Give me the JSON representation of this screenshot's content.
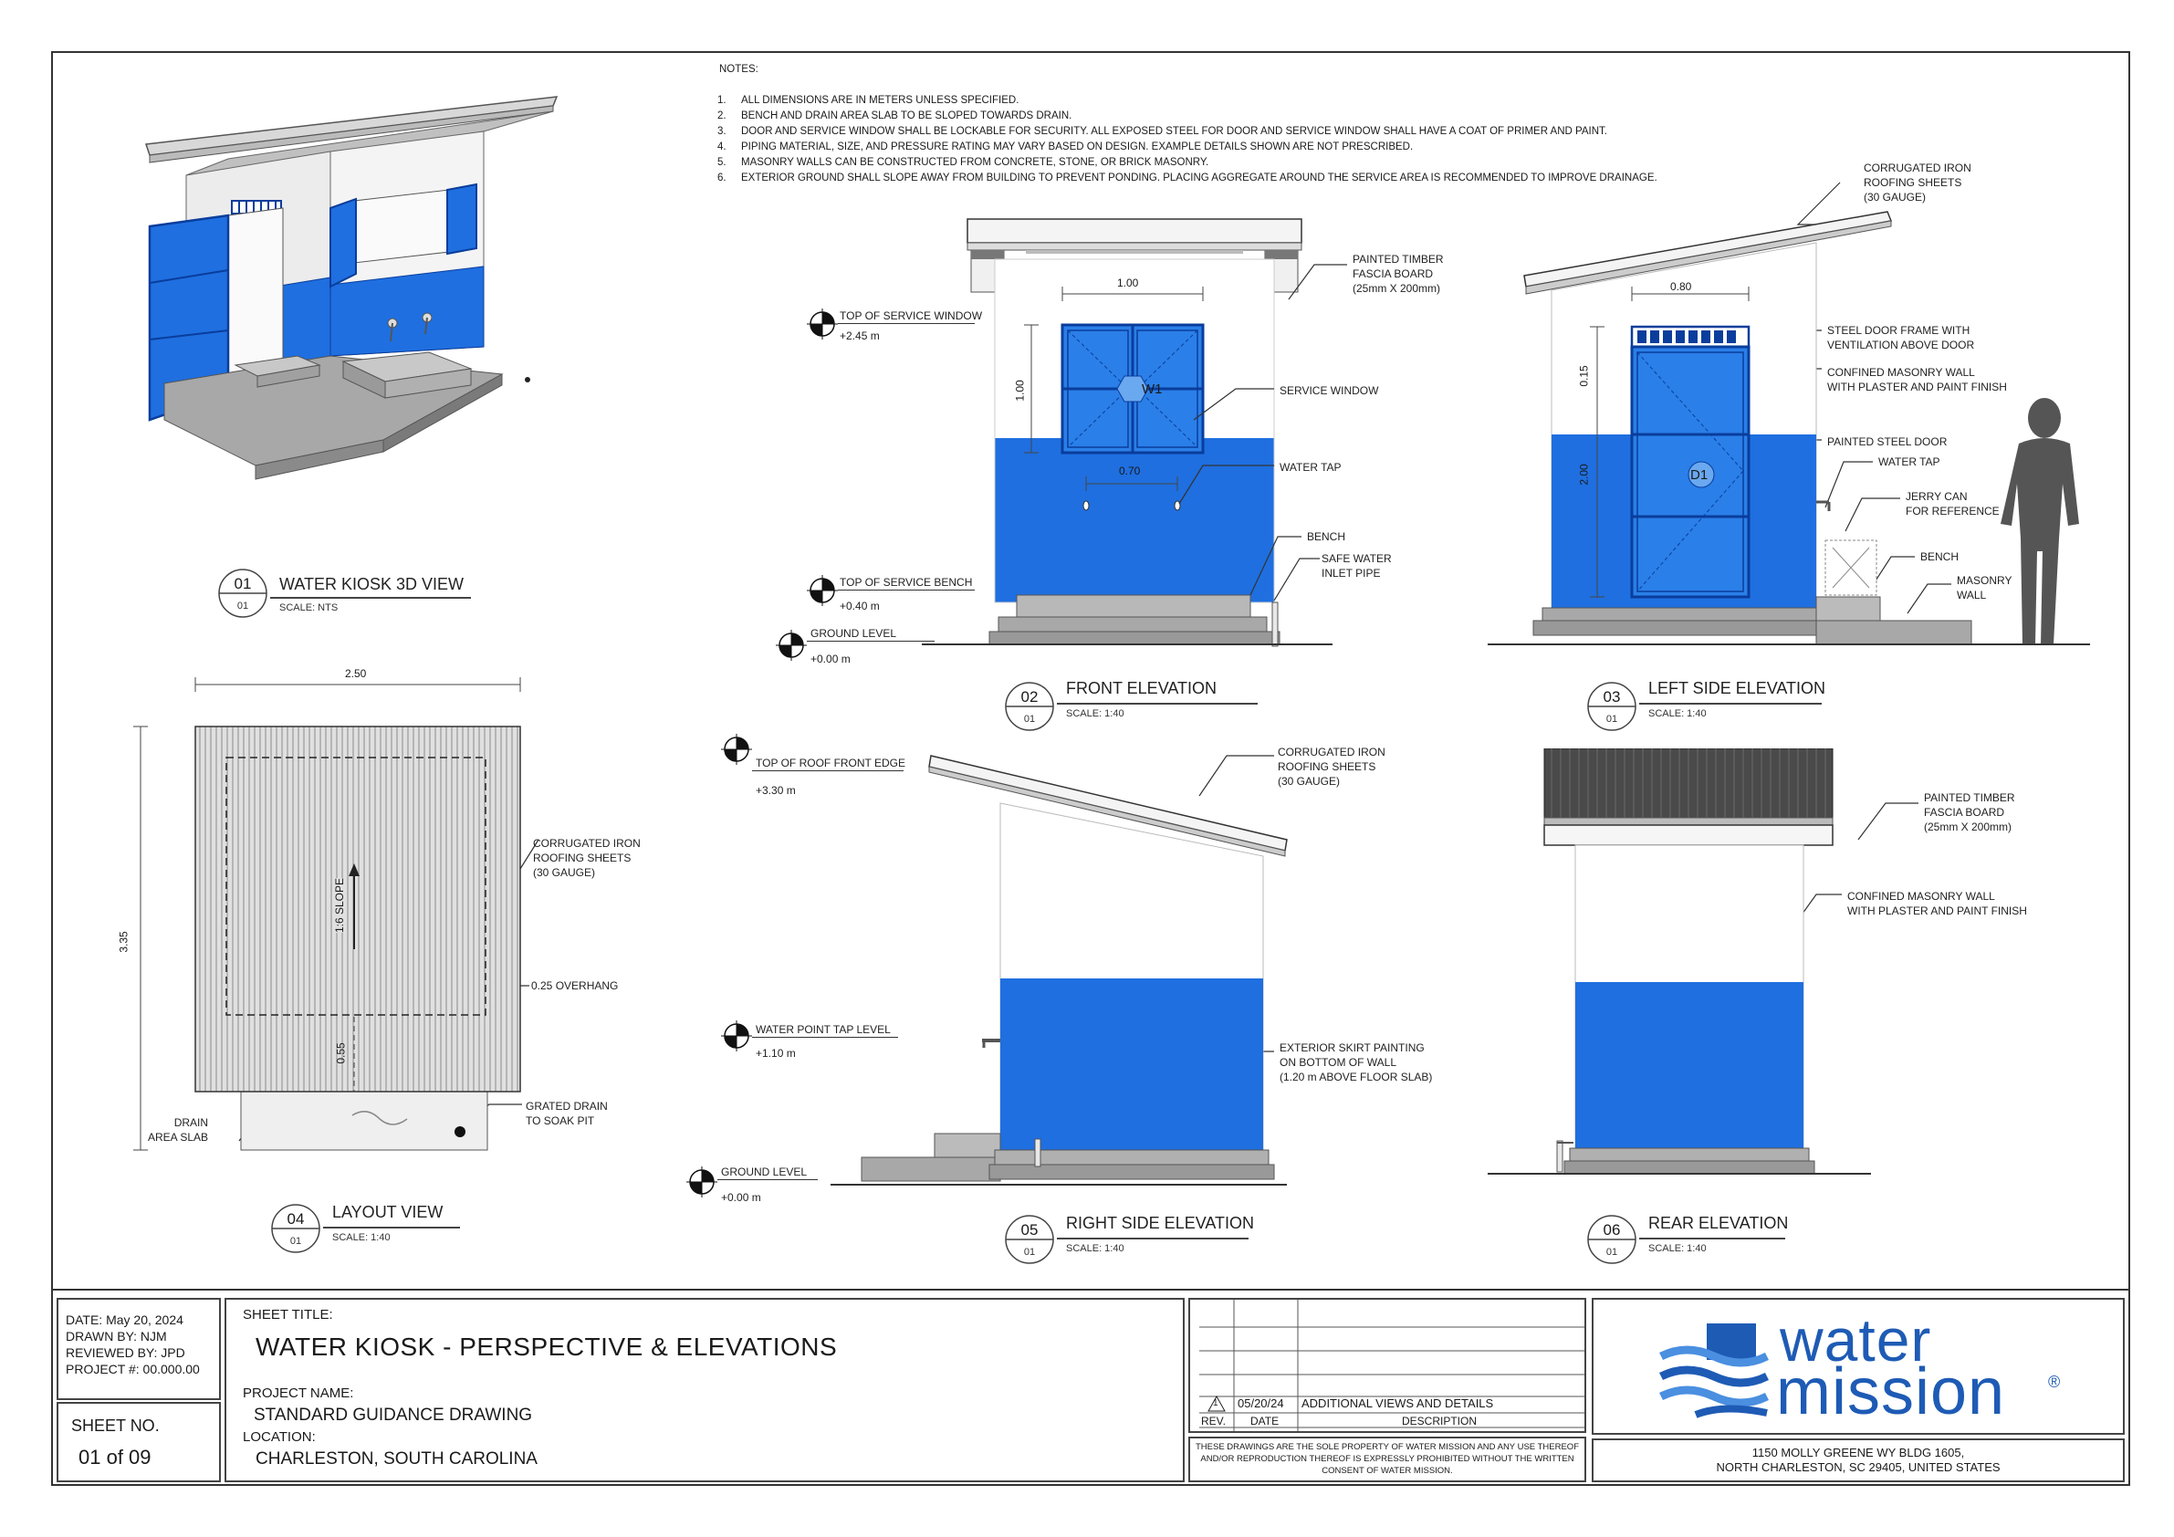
{
  "notes": {
    "title": "NOTES:",
    "items": [
      {
        "num": "1.",
        "text": "ALL DIMENSIONS ARE IN METERS UNLESS SPECIFIED."
      },
      {
        "num": "2.",
        "text": "BENCH AND DRAIN AREA SLAB TO BE SLOPED TOWARDS DRAIN."
      },
      {
        "num": "3.",
        "text": "DOOR AND SERVICE WINDOW SHALL BE LOCKABLE FOR SECURITY. ALL EXPOSED STEEL FOR DOOR AND SERVICE WINDOW SHALL HAVE A COAT OF PRIMER AND PAINT."
      },
      {
        "num": "4.",
        "text": "PIPING MATERIAL, SIZE, AND PRESSURE RATING MAY VARY BASED ON DESIGN. EXAMPLE DETAILS SHOWN ARE NOT PRESCRIBED."
      },
      {
        "num": "5.",
        "text": "MASONRY WALLS CAN BE CONSTRUCTED FROM CONCRETE, STONE, OR BRICK MASONRY."
      },
      {
        "num": "6.",
        "text": "EXTERIOR GROUND SHALL SLOPE AWAY FROM BUILDING TO PREVENT PONDING. PLACING AGGREGATE AROUND THE SERVICE AREA IS RECOMMENDED TO IMPROVE DRAINAGE."
      }
    ]
  },
  "views": {
    "v01": {
      "num": "01",
      "sheet": "01",
      "title": "WATER KIOSK 3D VIEW",
      "scale": "SCALE: NTS"
    },
    "v02": {
      "num": "02",
      "sheet": "01",
      "title": "FRONT ELEVATION",
      "scale": "SCALE: 1:40"
    },
    "v03": {
      "num": "03",
      "sheet": "01",
      "title": "LEFT SIDE ELEVATION",
      "scale": "SCALE: 1:40"
    },
    "v04": {
      "num": "04",
      "sheet": "01",
      "title": "LAYOUT VIEW",
      "scale": "SCALE: 1:40"
    },
    "v05": {
      "num": "05",
      "sheet": "01",
      "title": "RIGHT SIDE ELEVATION",
      "scale": "SCALE: 1:40"
    },
    "v06": {
      "num": "06",
      "sheet": "01",
      "title": "REAR ELEVATION",
      "scale": "SCALE: 1:40"
    }
  },
  "levels": {
    "top_service_window": {
      "label": "TOP OF SERVICE WINDOW",
      "value": "+2.45 m"
    },
    "top_service_bench": {
      "label": "TOP OF SERVICE BENCH",
      "value": "+0.40 m"
    },
    "ground_level_front": {
      "label": "GROUND LEVEL",
      "value": "+0.00 m"
    },
    "top_roof_front_edge": {
      "label": "TOP OF ROOF FRONT EDGE",
      "value": "+3.30 m"
    },
    "water_point_tap": {
      "label": "WATER POINT TAP LEVEL",
      "value": "+1.10 m"
    },
    "ground_level_right": {
      "label": "GROUND LEVEL",
      "value": "+0.00 m"
    }
  },
  "front": {
    "dim_width": "1.00",
    "dim_height": "1.00",
    "dim_taps": "0.70",
    "window_tag": "W1",
    "callouts": {
      "fascia": [
        "PAINTED TIMBER",
        "FASCIA BOARD",
        "(25mm X 200mm)"
      ],
      "service_window": [
        "SERVICE WINDOW"
      ],
      "water_tap": [
        "WATER TAP"
      ],
      "bench": [
        "BENCH"
      ],
      "inlet": [
        "SAFE WATER",
        "INLET PIPE"
      ]
    }
  },
  "left": {
    "dim_door_width": "0.80",
    "dim_top": "0.15",
    "dim_height": "2.00",
    "door_tag": "D1",
    "callouts": {
      "roof": [
        "CORRUGATED IRON",
        "ROOFING SHEETS",
        "(30 GAUGE)"
      ],
      "frame": [
        "STEEL DOOR FRAME WITH",
        "VENTILATION ABOVE DOOR"
      ],
      "wall": [
        "CONFINED MASONRY WALL",
        "WITH PLASTER AND PAINT FINISH"
      ],
      "door": [
        "PAINTED STEEL DOOR"
      ],
      "tap": [
        "WATER TAP"
      ],
      "jerry": [
        "JERRY CAN",
        "FOR REFERENCE"
      ],
      "bench": [
        "BENCH"
      ],
      "masonry": [
        "MASONRY",
        "WALL"
      ]
    }
  },
  "layout": {
    "dim_width": "2.50",
    "dim_depth": "3.35",
    "dim_drain": "0.55",
    "slope": "1:6 SLOPE",
    "callouts": {
      "roof": [
        "CORRUGATED IRON",
        "ROOFING SHEETS",
        "(30 GAUGE)"
      ],
      "overhang": [
        "0.25 OVERHANG"
      ],
      "drain_slab": [
        "DRAIN",
        "AREA SLAB"
      ],
      "grated": [
        "GRATED DRAIN",
        "TO SOAK PIT"
      ]
    }
  },
  "right": {
    "callouts": {
      "roof": [
        "CORRUGATED IRON",
        "ROOFING SHEETS",
        "(30 GAUGE)"
      ],
      "skirt": [
        "EXTERIOR SKIRT PAINTING",
        "ON BOTTOM OF WALL",
        "(1.20 m ABOVE FLOOR SLAB)"
      ]
    }
  },
  "rear": {
    "callouts": {
      "fascia": [
        "PAINTED TIMBER",
        "FASCIA BOARD",
        "(25mm X 200mm)"
      ],
      "wall": [
        "CONFINED MASONRY WALL",
        "WITH PLASTER AND PAINT FINISH"
      ]
    }
  },
  "titleblock": {
    "date": "DATE: May 20, 2024",
    "drawn": "DRAWN BY: NJM",
    "reviewed": "REVIEWED BY: JPD",
    "project": "PROJECT #: 00.000.00",
    "sheet_no_label": "SHEET NO.",
    "sheet_no": "01 of 09",
    "sheet_title_label": "SHEET TITLE:",
    "sheet_title": "WATER KIOSK - PERSPECTIVE & ELEVATIONS",
    "project_name_label": "PROJECT NAME:",
    "project_name": "STANDARD GUIDANCE DRAWING",
    "location_label": "LOCATION:",
    "location": "CHARLESTON, SOUTH CAROLINA",
    "rev_num": "1",
    "rev_date": "05/20/24",
    "rev_desc": "ADDITIONAL VIEWS AND DETAILS",
    "rev_h_rev": "REV.",
    "rev_h_date": "DATE",
    "rev_h_desc": "DESCRIPTION",
    "property": [
      "THESE DRAWINGS ARE THE SOLE PROPERTY OF WATER MISSION AND ANY USE THEREOF",
      "AND/OR REPRODUCTION THEREOF IS EXPRESSLY PROHIBITED WITHOUT THE WRITTEN",
      "CONSENT OF WATER MISSION."
    ],
    "logo_line1": "water",
    "logo_line2": "mission",
    "logo_reg": "®",
    "address": [
      "1150 MOLLY GREENE WY BLDG 1605,",
      "NORTH CHARLESTON, SC 29405, UNITED STATES"
    ]
  },
  "colors": {
    "blue": "#1f6fe0",
    "blue_dark": "#0a3d9c",
    "logo_blue": "#1e5bb5",
    "concrete": "#b0b0b0",
    "roof": "#4a4a4a"
  }
}
